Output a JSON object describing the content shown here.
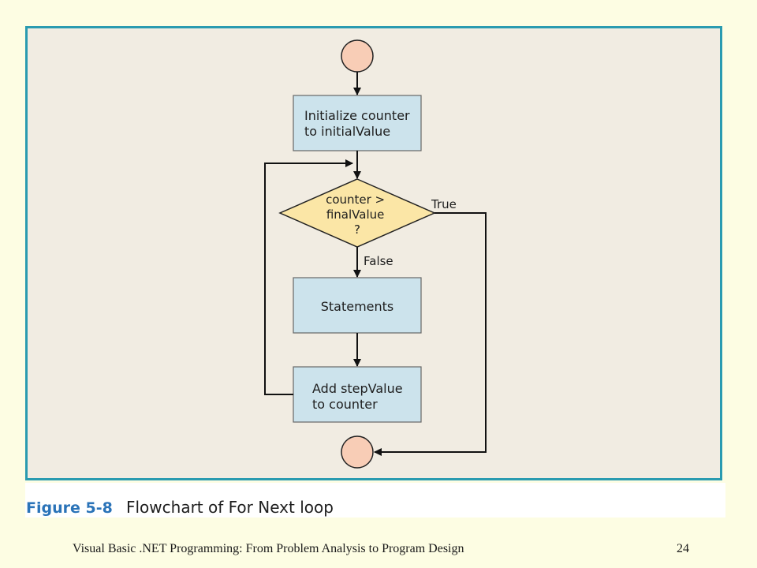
{
  "flowchart": {
    "init_box": [
      "Initialize counter",
      "to initialValue"
    ],
    "decision": [
      "counter >",
      "finalValue",
      "?"
    ],
    "statements_box": "Statements",
    "step_box": [
      "Add stepValue",
      "to counter"
    ],
    "true_label": "True",
    "false_label": "False"
  },
  "caption": {
    "figure_number": "Figure 5-8",
    "title": "Flowchart of For Next loop"
  },
  "footer": {
    "text": "Visual Basic .NET Programming: From Problem Analysis to Program Design",
    "page_number": "24"
  },
  "colors": {
    "panel_border": "#2a9bb0",
    "box_fill": "#cce3ec",
    "decision_fill": "#fbe6a6",
    "terminal_fill": "#f8cdb6",
    "figure_number": "#2a73b8"
  }
}
